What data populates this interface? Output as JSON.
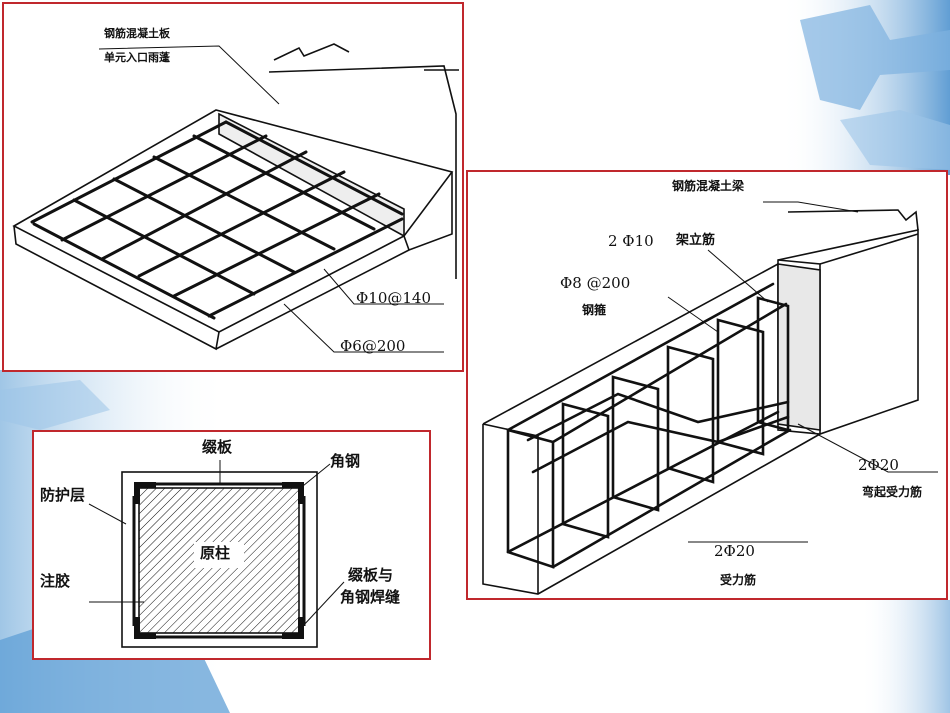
{
  "colors": {
    "panel_border": "#c0282d",
    "background_accent": "#4f93cf",
    "drawing_ink": "#111111"
  },
  "slab_diagram": {
    "label_title_line1": "钢筋混凝土板",
    "label_title_line2": "单元入口雨蓬",
    "label_rebar_main": "Φ10@140",
    "label_rebar_dist": "Φ6@200"
  },
  "beam_diagram": {
    "label_title": "钢筋混凝土梁",
    "label_erection_bar": "2 Φ10",
    "label_erection_bar_name": "架立筋",
    "label_stirrup": "Φ8 @200",
    "label_stirrup_name": "钢箍",
    "label_bent_bar": "2Φ20",
    "label_bent_bar_name": "弯起受力筋",
    "label_main_bar": "2Φ20",
    "label_main_bar_name": "受力筋"
  },
  "column_diagram": {
    "label_batten": "缀板",
    "label_angle": "角钢",
    "label_protect": "防护层",
    "label_original": "原柱",
    "label_glue": "注胶",
    "label_weld_line1": "缀板与",
    "label_weld_line2": "角钢焊缝"
  }
}
